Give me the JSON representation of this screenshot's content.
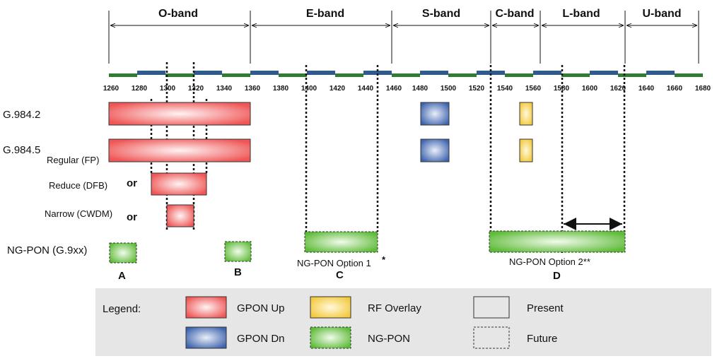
{
  "bands": [
    {
      "name": "O-band",
      "start": 1260,
      "end": 1360
    },
    {
      "name": "E-band",
      "start": 1360,
      "end": 1460
    },
    {
      "name": "S-band",
      "start": 1460,
      "end": 1530
    },
    {
      "name": "C-band",
      "start": 1530,
      "end": 1565
    },
    {
      "name": "L-band",
      "start": 1565,
      "end": 1625
    },
    {
      "name": "U-band",
      "start": 1625,
      "end": 1675
    }
  ],
  "ticks": [
    "1260",
    "1280",
    "1300",
    "1320",
    "1340",
    "1360",
    "1380",
    "1400",
    "1420",
    "1440",
    "1460",
    "1480",
    "1500",
    "1520",
    "1540",
    "1560",
    "1580",
    "1600",
    "1620",
    "1640",
    "1660",
    "1680"
  ],
  "rows": {
    "g9842": "G.984.2",
    "g9845": "G.984.5",
    "regular": "Regular (FP)",
    "reduce": "Reduce (DFB)",
    "narrow": "Narrow (CWDM)",
    "or1": "or",
    "or2": "or",
    "ngpon": "NG-PON (G.9xx)"
  },
  "markers": {
    "a": "A",
    "b": "B",
    "c": "C",
    "d": "D"
  },
  "options": {
    "opt1": "NG-PON Option 1",
    "opt1_star": "*",
    "opt2": "NG-PON Option 2**"
  },
  "legend": {
    "title": "Legend:",
    "gpon_up": "GPON Up",
    "gpon_dn": "GPON Dn",
    "rf": "RF Overlay",
    "ngpon": "NG-PON",
    "present": "Present",
    "future": "Future"
  },
  "colors": {
    "red": "#ef5656",
    "red_light": "#fde2e2",
    "blue": "#4a6fb5",
    "blue_light": "#dfe8f7",
    "yellow": "#f6d24e",
    "yellow_light": "#fff6cf",
    "green": "#6cc24a",
    "green_light": "#e8f7df",
    "axis_green": "#2e7d32",
    "axis_blue": "#2f5b8a"
  }
}
